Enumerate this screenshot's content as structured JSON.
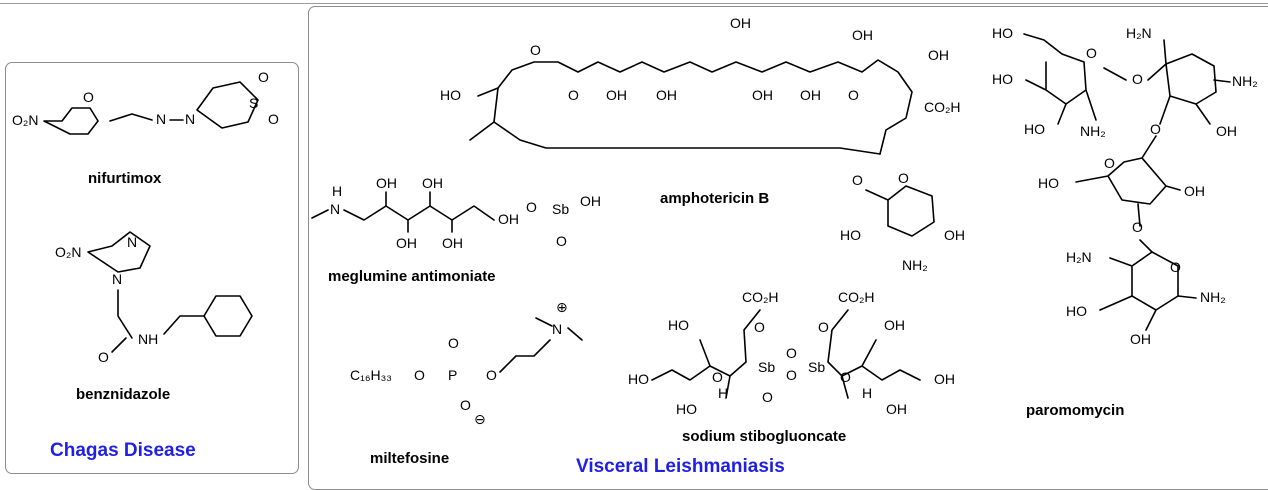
{
  "panels": {
    "chagas": {
      "disease": "Chagas Disease",
      "compounds": [
        "nifurtimox",
        "benznidazole"
      ]
    },
    "leishmaniasis": {
      "disease": "Visceral Leishmaniasis",
      "compounds": [
        "amphotericin B",
        "meglumine antimoniate",
        "miltefosine",
        "sodium stibogluoncate",
        "paromomycin"
      ]
    }
  },
  "atoms": {
    "nifurtimox": {
      "nitro": "O₂N",
      "o_ring": "O",
      "n1": "N",
      "n2": "N",
      "s": "S",
      "o1": "O",
      "o2": "O"
    },
    "benznidazole": {
      "nitro": "O₂N",
      "n_ring1": "N",
      "n_ring2": "N",
      "nh": "NH",
      "o": "O"
    },
    "amphotericin": {
      "ho1": "HO",
      "oh_top": "OH",
      "oh_top2": "OH",
      "o_ester": "O",
      "o_co": "O",
      "oh1": "OH",
      "oh2": "OH",
      "oh3": "OH",
      "oh4": "OH",
      "oh5": "OH",
      "o_ring": "O",
      "co2h": "CO₂H",
      "o_sugar": "O",
      "o_gly": "O",
      "ho_s": "HO",
      "oh_s": "OH",
      "nh2": "NH₂"
    },
    "meglumine": {
      "h": "H",
      "n": "N",
      "oh1": "OH",
      "oh2": "OH",
      "oh3": "OH",
      "oh4": "OH",
      "oh5": "OH",
      "o1": "O",
      "sb": "Sb",
      "oh_sb": "OH",
      "o2": "O"
    },
    "miltefosine": {
      "chain": "C₁₆H₃₃",
      "o1": "O",
      "p": "P",
      "o_top": "O",
      "o2": "O",
      "o_bot": "O",
      "minus": "⊖",
      "n": "N",
      "plus": "⊕"
    },
    "stibo": {
      "co2h_l": "CO₂H",
      "co2h_r": "CO₂H",
      "ho_l": "HO",
      "oh_r": "OH",
      "ho_l2": "HO",
      "oh_r2": "OH",
      "o_l": "O",
      "o_r": "O",
      "sb_l": "Sb",
      "sb_r": "Sb",
      "o_c1": "O",
      "o_c2": "O",
      "o_b": "O",
      "h_l": "H",
      "h_r": "H",
      "ho_b": "HO",
      "oh_b": "OH",
      "o_sl": "O",
      "o_sr": "O"
    },
    "paromomycin": {
      "ho1": "HO",
      "ho2": "HO",
      "ho3": "HO",
      "o1": "O",
      "o2": "O",
      "nh2_1": "NH₂",
      "h2n": "H₂N",
      "nh2_2": "NH₂",
      "oh1": "OH",
      "o3": "O",
      "o4": "O",
      "ho4": "HO",
      "oh2": "OH",
      "o5": "O",
      "h2n2": "H₂N",
      "o6": "O",
      "ho5": "HO",
      "nh2_3": "NH₂",
      "oh3": "OH"
    }
  }
}
